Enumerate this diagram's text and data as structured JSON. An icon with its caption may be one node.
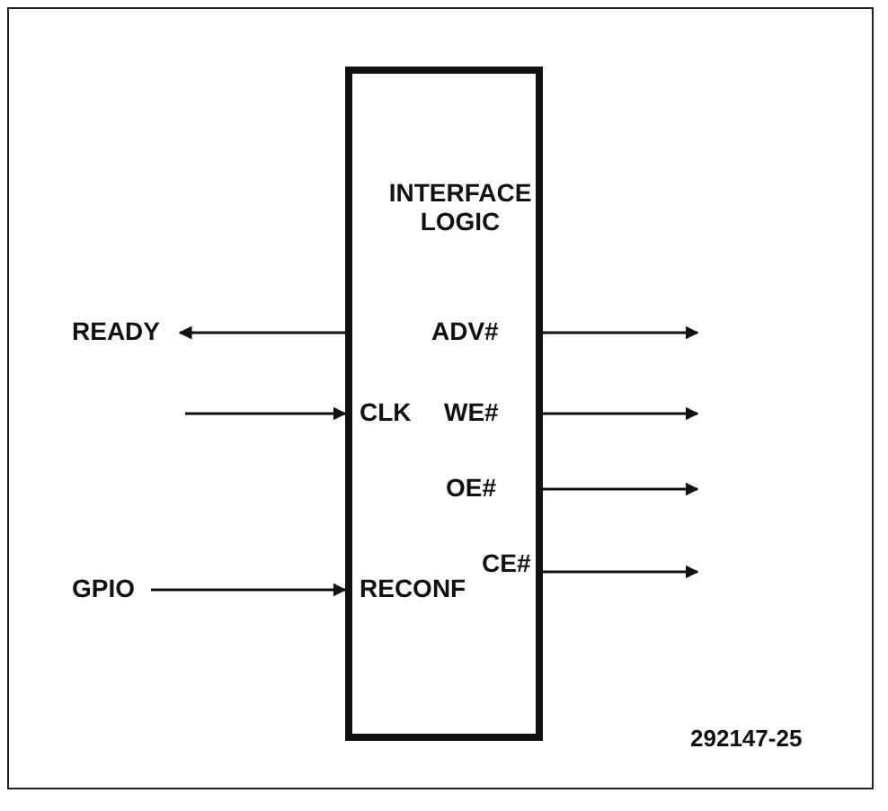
{
  "diagram": {
    "nodes": [
      {
        "text": [
          "INTERFACE LOGIC"
        ]
      },
      {
        "text": [
          "READY"
        ]
      },
      {
        "text": [
          "GPIO"
        ]
      }
    ],
    "edges": [
      {
        "from": 0,
        "to": 1,
        "arrow": "to"
      },
      {
        "from": null,
        "to": 0,
        "arrow": "to"
      },
      {
        "from": 2,
        "to": 0,
        "arrow": "to"
      },
      {
        "from": 0,
        "to": null,
        "arrow": "to"
      },
      {
        "from": 0,
        "to": null,
        "arrow": "to"
      },
      {
        "from": 0,
        "to": null,
        "arrow": "to"
      },
      {
        "from": 0,
        "to": null,
        "arrow": "to"
      }
    ],
    "labels": [
      "ADV#",
      "CLK",
      "WE#",
      "OE#",
      "RECONF",
      "CE#",
      "292147-25"
    ]
  }
}
